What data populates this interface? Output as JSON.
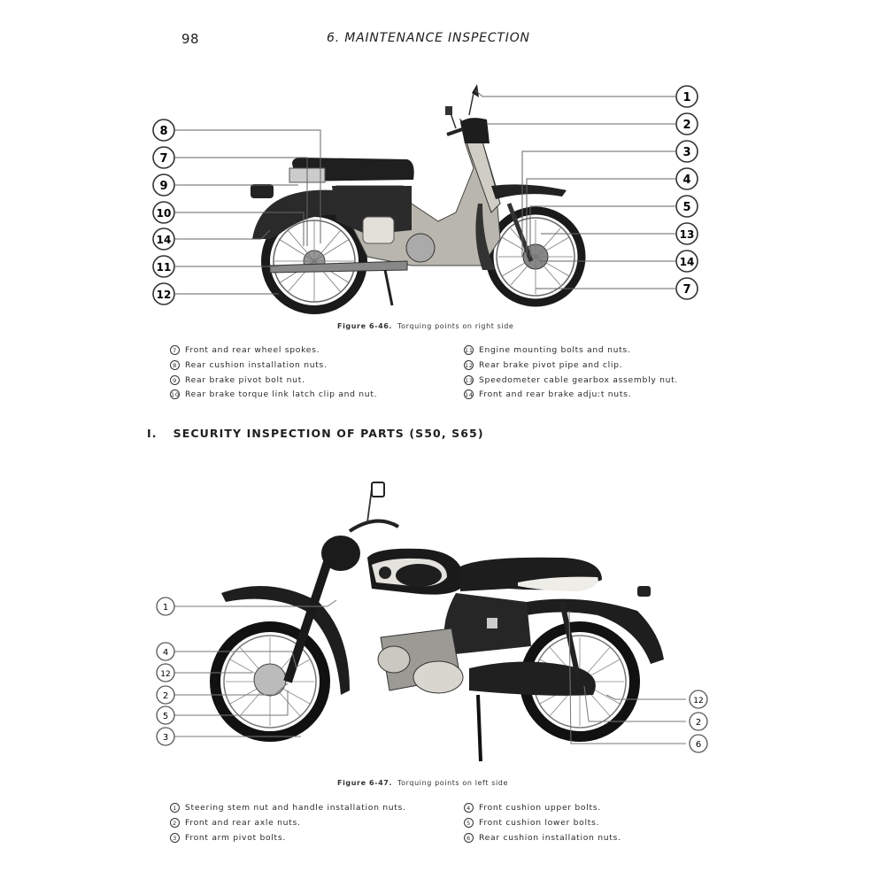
{
  "header": {
    "page_number": "98",
    "running_title": "6.  MAINTENANCE  INSPECTION"
  },
  "figure_1": {
    "caption_label": "Figure 6-46.",
    "caption_text": "Torquing points on right side",
    "left_callouts": [
      "8",
      "7",
      "9",
      "10",
      "14",
      "11",
      "12"
    ],
    "right_callouts": [
      "1",
      "2",
      "3",
      "4",
      "5",
      "13",
      "14",
      "7"
    ],
    "legend_left": [
      {
        "num": "7",
        "text": "Front and rear wheel spokes."
      },
      {
        "num": "8",
        "text": "Rear cushion installation nuts."
      },
      {
        "num": "9",
        "text": "Rear brake pivot bolt nut."
      },
      {
        "num": "10",
        "text": "Rear brake torque link latch clip and nut."
      }
    ],
    "legend_right": [
      {
        "num": "11",
        "text": "Engine mounting bolts and nuts."
      },
      {
        "num": "12",
        "text": "Rear brake pivot pipe and clip."
      },
      {
        "num": "13",
        "text": "Speedometer cable gearbox assembly nut."
      },
      {
        "num": "14",
        "text": "Front and rear brake adju:t nuts."
      }
    ]
  },
  "section": {
    "number": "I.",
    "title": "SECURITY INSPECTION OF PARTS (S50, S65)"
  },
  "figure_2": {
    "caption_label": "Figure 6-47.",
    "caption_text": "Torquing points on left side",
    "left_callouts": [
      "1",
      "4",
      "12",
      "2",
      "5",
      "3"
    ],
    "right_callouts": [
      "12",
      "2",
      "6"
    ],
    "legend_left": [
      {
        "num": "1",
        "text": "Steering stem nut and handle installation nuts."
      },
      {
        "num": "2",
        "text": "Front and rear axle nuts."
      },
      {
        "num": "3",
        "text": "Front arm pivot bolts."
      }
    ],
    "legend_right": [
      {
        "num": "4",
        "text": "Front cushion upper bolts."
      },
      {
        "num": "5",
        "text": "Front cushion lower bolts."
      },
      {
        "num": "6",
        "text": "Rear cushion installation nuts."
      }
    ]
  }
}
